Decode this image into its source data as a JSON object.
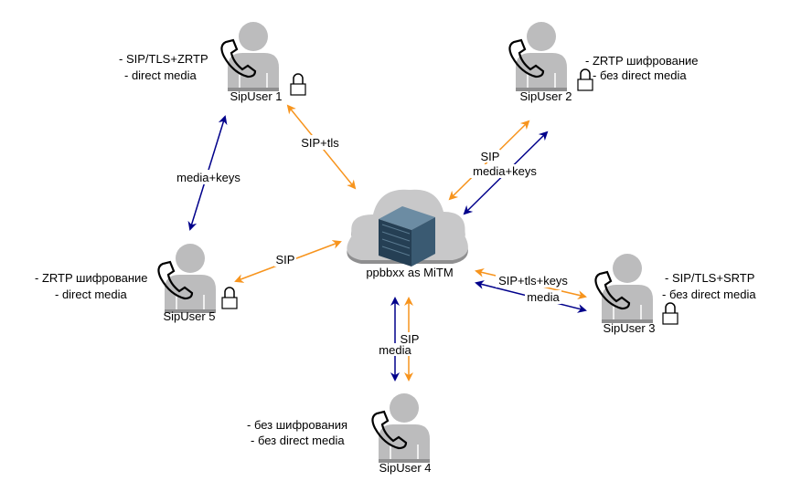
{
  "colors": {
    "sip": "#f7941d",
    "media": "#00008b",
    "person": "#bcbcbd"
  },
  "server": {
    "label": "ppbbxx as MiTM"
  },
  "users": [
    {
      "name": "SipUser 1",
      "notes": [
        "- SIP/TLS+ZRTP",
        "-  direct media"
      ],
      "locked": true
    },
    {
      "name": "SipUser 2",
      "notes": [
        "- ZRTP шифрование",
        "-  без direct media"
      ],
      "locked": true
    },
    {
      "name": "SipUser 3",
      "notes": [
        "- SIP/TLS+SRTP",
        "- без direct media"
      ],
      "locked": true
    },
    {
      "name": "SipUser 4",
      "notes": [
        "- без шифрования",
        "- без direct media"
      ],
      "locked": false
    },
    {
      "name": "SipUser 5",
      "notes": [
        "- ZRTP шифрование",
        "-  direct media"
      ],
      "locked": true
    }
  ],
  "links": {
    "u1_server": "SIP+tls",
    "u1_u5": "media+keys",
    "u2_sip": "SIP",
    "u2_media": "media+keys",
    "u5_server": "SIP",
    "u3_sip": "SIP+tls+keys",
    "u3_media": "media",
    "u4_sip": "SIP",
    "u4_media": "media"
  }
}
